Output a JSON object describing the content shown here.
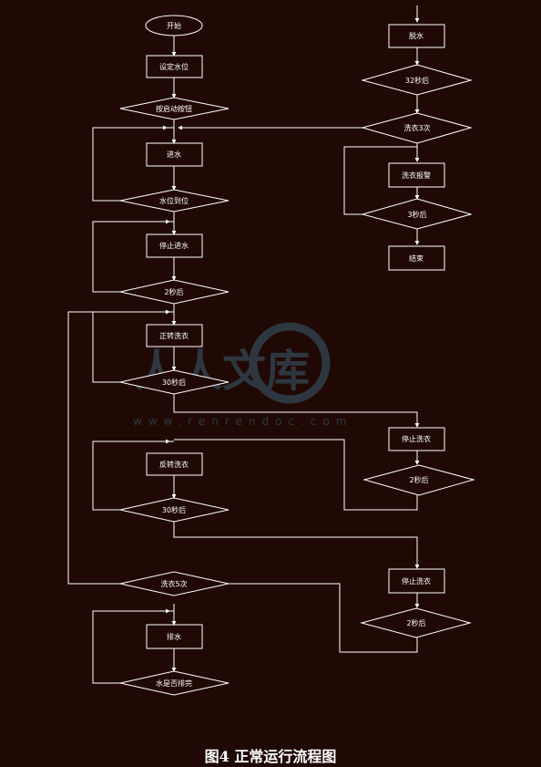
{
  "caption": "图4  正常运行流程图",
  "watermark": {
    "cn": "人人文库",
    "url": "www.renrendoc.com"
  },
  "nodes": {
    "start": "开始",
    "set_level": "设定水位",
    "start_pressed": "按启动按钮",
    "inlet": "进水",
    "level_reached": "水位到位",
    "stop_inlet": "停止进水",
    "wait_2s_a": "2秒后",
    "forward_wash": "正转洗衣",
    "wait_30s_a": "30秒后",
    "stop_wash_a": "停止洗衣",
    "wait_2s_b": "2秒后",
    "reverse_wash": "反转洗衣",
    "wait_30s_b": "30秒后",
    "stop_wash_b": "停止洗衣",
    "wait_2s_c": "2秒后",
    "washed_5": "洗衣5次",
    "drain": "排水",
    "drain_done": "水是否排完",
    "dehydrate": "脱水",
    "wait_32s": "32秒后",
    "washed_3": "洗衣3次",
    "wash_alarm": "洗衣报警",
    "wait_3s": "3秒后",
    "end": "结束"
  },
  "colors": {
    "background": "#200904",
    "line": "#ffffff",
    "watermark": "#3b5d72"
  }
}
